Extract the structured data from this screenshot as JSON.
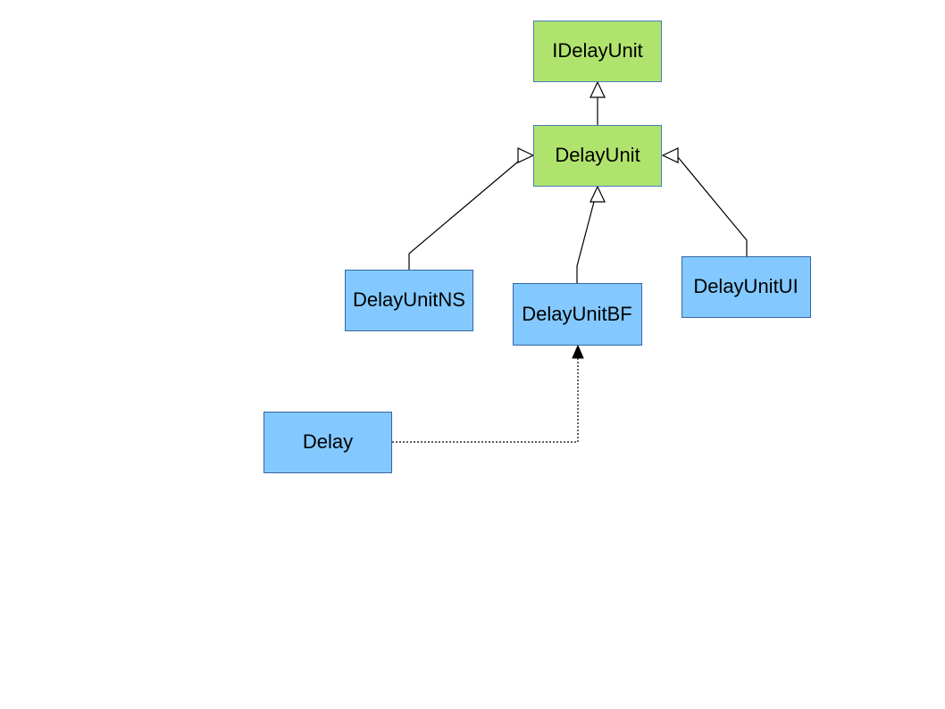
{
  "diagram": {
    "colors": {
      "interface_fill": "#b0e36e",
      "interface_stroke": "#4a7ebb",
      "class_fill": "#83c9ff",
      "class_stroke": "#3465a4",
      "edge": "#000000"
    },
    "nodes": {
      "idelayunit": {
        "label": "IDelayUnit",
        "kind": "interface"
      },
      "delayunit": {
        "label": "DelayUnit",
        "kind": "interface"
      },
      "delayunitns": {
        "label": "DelayUnitNS",
        "kind": "class"
      },
      "delayunitbf": {
        "label": "DelayUnitBF",
        "kind": "class"
      },
      "delayunitui": {
        "label": "DelayUnitUI",
        "kind": "class"
      },
      "delay": {
        "label": "Delay",
        "kind": "class"
      }
    },
    "edges": [
      {
        "from": "delayunit",
        "to": "idelayunit",
        "type": "generalization"
      },
      {
        "from": "delayunitns",
        "to": "delayunit",
        "type": "generalization"
      },
      {
        "from": "delayunitbf",
        "to": "delayunit",
        "type": "generalization"
      },
      {
        "from": "delayunitui",
        "to": "delayunit",
        "type": "generalization"
      },
      {
        "from": "delay",
        "to": "delayunitbf",
        "type": "dependency"
      }
    ]
  }
}
